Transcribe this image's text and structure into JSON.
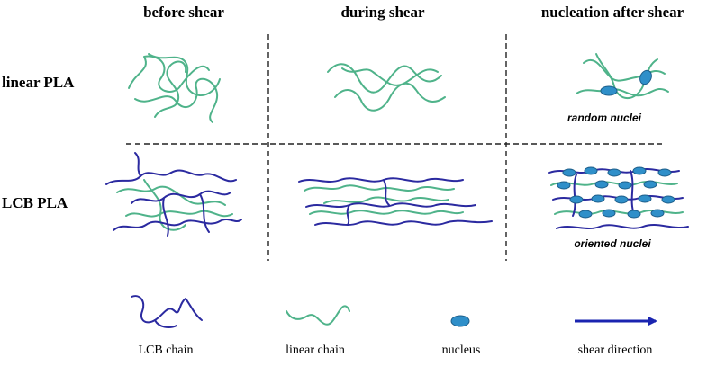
{
  "columns": {
    "before": "before shear",
    "during": "during shear",
    "after": "nucleation after shear"
  },
  "rows": {
    "linear": "linear PLA",
    "lcb": "LCB PLA"
  },
  "annotations": {
    "random": "random nuclei",
    "oriented": "oriented nuclei"
  },
  "legend": {
    "lcb_chain": "LCB chain",
    "linear_chain": "linear chain",
    "nucleus": "nucleus",
    "shear_direction": "shear direction"
  },
  "colors": {
    "linear_chain": "#4fb38a",
    "lcb_chain": "#2b2aa0",
    "nucleus": "#2f8fc9",
    "nucleus_edge": "#1c5e8a",
    "arrow": "#1a24b0",
    "divider": "#222222"
  },
  "icons": {
    "arrow": "shear-direction-arrow-icon",
    "nucleus": "nucleus-ellipse-icon"
  }
}
